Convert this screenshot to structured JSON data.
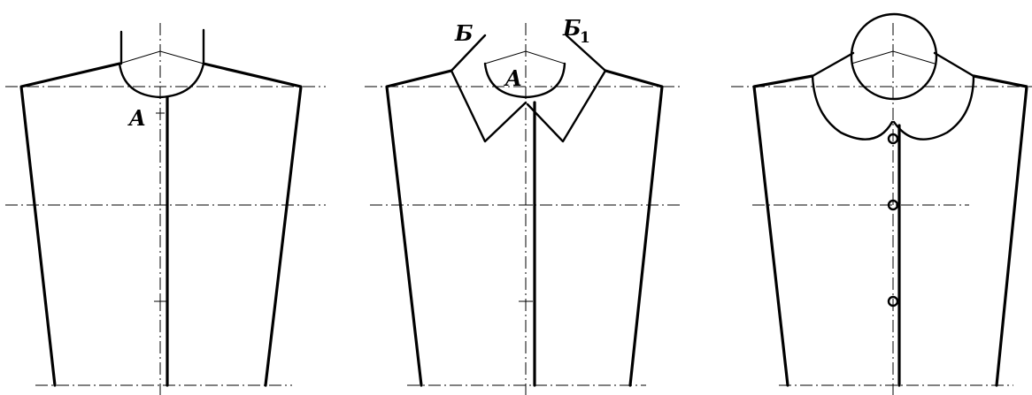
{
  "figures": [
    {
      "id": "collar-base",
      "labels": {
        "point_a": "A"
      }
    },
    {
      "id": "collar-pointed",
      "labels": {
        "point_a": "A",
        "point_b": "Б",
        "point_b1_main": "Б",
        "point_b1_sub": "1"
      }
    },
    {
      "id": "collar-round",
      "labels": {}
    }
  ],
  "colors": {
    "stroke": "#000000",
    "background": "#ffffff"
  }
}
